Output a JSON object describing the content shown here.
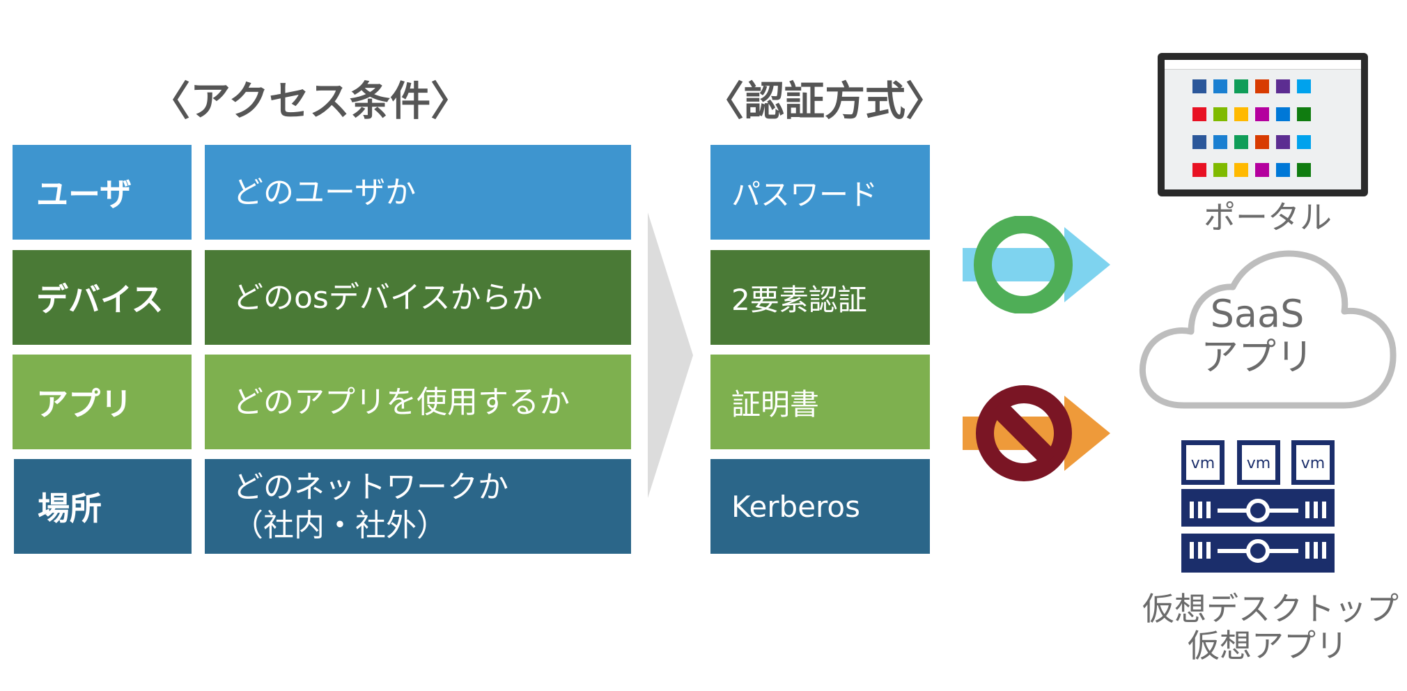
{
  "headings": {
    "access_conditions": "〈アクセス条件〉",
    "auth_methods": "〈認証方式〉"
  },
  "rows": [
    {
      "label": "ユーザ",
      "desc": [
        "どのユーザか"
      ],
      "auth": "パスワード",
      "label_color": "#3E95CF",
      "desc_color": "#3E95CF",
      "auth_color": "#3E95CF"
    },
    {
      "label": "デバイス",
      "desc": [
        "どのosデバイスからか"
      ],
      "auth": "2要素認証",
      "label_color": "#4A7A36",
      "desc_color": "#4A7A36",
      "auth_color": "#4A7A36"
    },
    {
      "label": "アプリ",
      "desc": [
        "どのアプリを使用するか"
      ],
      "auth": "証明書",
      "label_color": "#7EB04F",
      "desc_color": "#7EB04F",
      "auth_color": "#7EB04F"
    },
    {
      "label": "場所",
      "desc": [
        "どのネットワークか",
        "（社内・社外）"
      ],
      "auth": "Kerberos",
      "label_color": "#2B6689",
      "desc_color": "#2B6689",
      "auth_color": "#2B6689"
    }
  ],
  "targets": {
    "portal": "ポータル",
    "saas_line1": "SaaS",
    "saas_line2": "アプリ",
    "vdi_line1": "仮想デスクトップ",
    "vdi_line2": "仮想アプリ",
    "vm_label": "vm"
  },
  "colors": {
    "allow_arrow": "#7ED3EF",
    "allow_ring": "#4FAE57",
    "deny_arrow": "#EE9A3A",
    "deny_sign": "#7A1524",
    "big_arrow": "#DCDCDC",
    "server_navy": "#1B2E6B",
    "cloud_stroke": "#BDBDBD",
    "text_gray": "#6B6B6B"
  },
  "icons": [
    "tablet-portal-icon",
    "allow-circle-icon",
    "prohibited-sign-icon",
    "cloud-icon",
    "server-rack-icon"
  ]
}
